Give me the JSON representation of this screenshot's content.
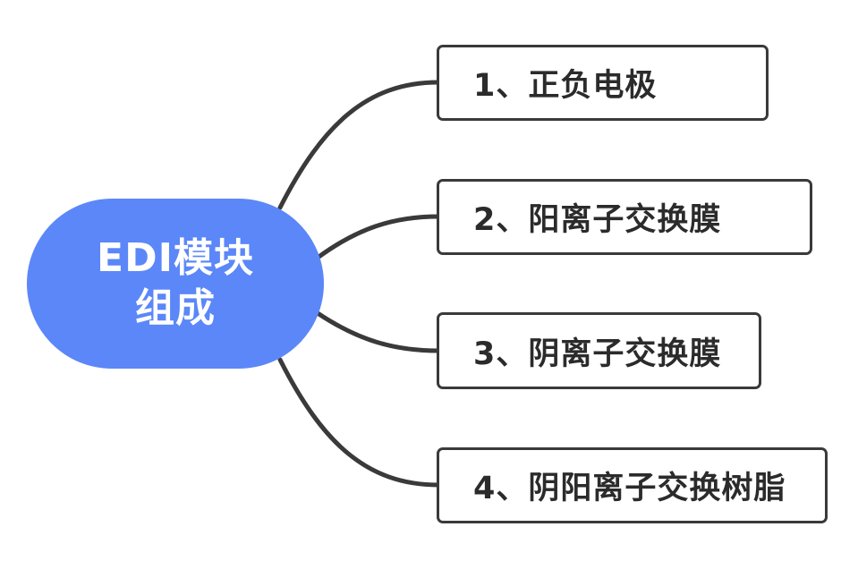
{
  "root": {
    "line1": "EDI模块",
    "line2": "组成",
    "color": "#5b87f8"
  },
  "children": [
    {
      "label": "1、正负电极"
    },
    {
      "label": "2、阳离子交换膜"
    },
    {
      "label": "3、阴离子交换膜"
    },
    {
      "label": "4、阴阳离子交换树脂"
    }
  ],
  "line_color": "#3a3a3a"
}
